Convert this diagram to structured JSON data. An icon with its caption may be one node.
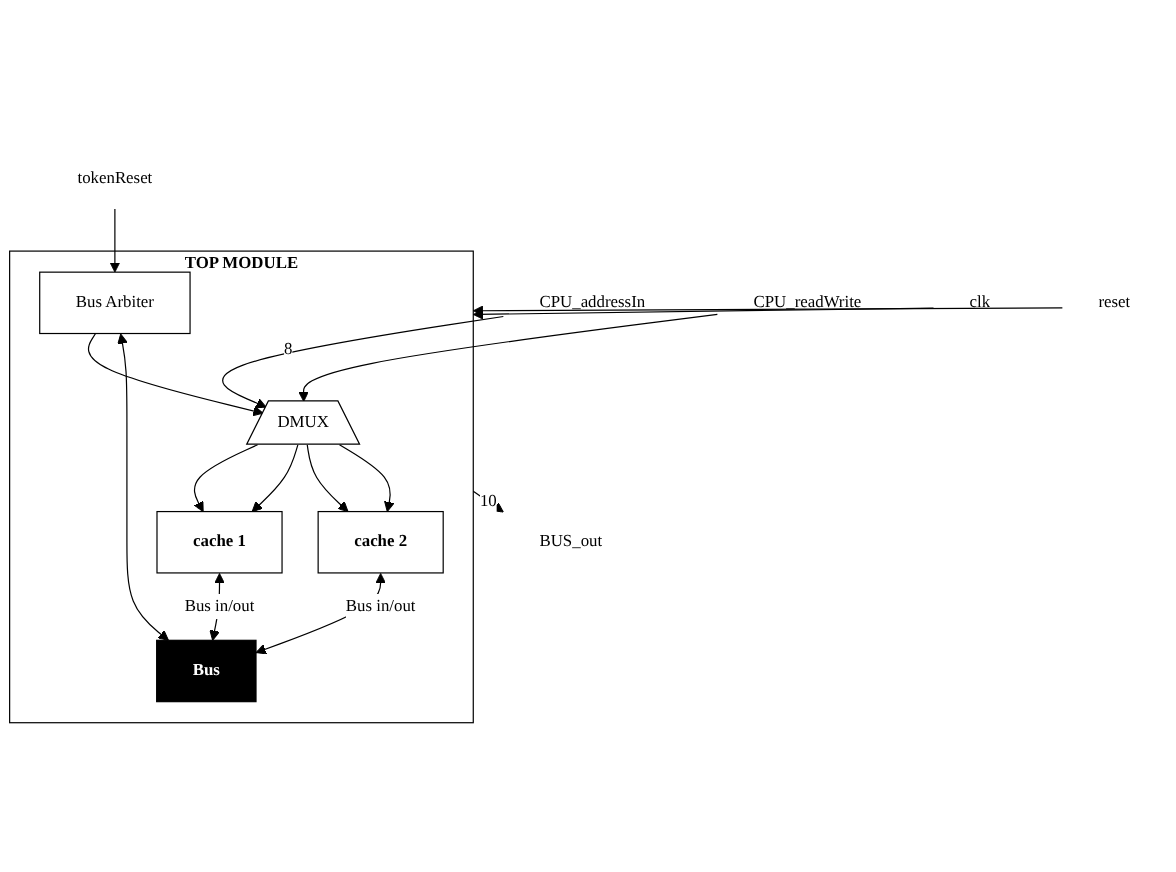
{
  "diagram": {
    "nodes": [
      {
        "text": [
          "TOP MODULE"
        ]
      },
      {
        "text": [
          "CPU_addressIn"
        ]
      },
      {
        "text": [
          "CPU_readWrite"
        ]
      },
      {
        "text": [
          "tokenReset"
        ]
      },
      {
        "text": [
          "DMUX"
        ],
        "in": 0
      },
      {
        "text": [
          "cache 1"
        ],
        "in": 0
      },
      {
        "text": [
          "cache 2"
        ],
        "in": 0
      },
      {
        "text": [
          "Bus Arbiter"
        ],
        "in": 0
      },
      {
        "text": [
          "Bus"
        ],
        "in": 0
      },
      {
        "text": [
          "clk"
        ]
      },
      {
        "text": [
          "reset"
        ]
      },
      {
        "text": [
          "BUS_out"
        ]
      }
    ],
    "edges": [
      {
        "from": 1,
        "to": 4,
        "arrow": "to",
        "label": "8"
      },
      {
        "from": 2,
        "to": 4,
        "arrow": "to"
      },
      {
        "from": 3,
        "to": 7,
        "arrow": "to"
      },
      {
        "from": 7,
        "to": 4,
        "arrow": "to"
      },
      {
        "from": 4,
        "to": 5,
        "arrow": "to"
      },
      {
        "from": 4,
        "to": 5,
        "arrow": "to"
      },
      {
        "from": 4,
        "to": 6,
        "arrow": "to"
      },
      {
        "from": 4,
        "to": 6,
        "arrow": "to"
      },
      {
        "from": 5,
        "to": 8,
        "arrow": "both",
        "label": "Bus in/out"
      },
      {
        "from": 6,
        "to": 8,
        "arrow": "both",
        "label": "Bus in/out"
      },
      {
        "from": 7,
        "to": 8,
        "arrow": "both"
      },
      {
        "from": 9,
        "to": 0,
        "arrow": "to"
      },
      {
        "from": 10,
        "to": 0,
        "arrow": "to"
      },
      {
        "from": 0,
        "to": 11,
        "arrow": "to",
        "label": "10"
      }
    ]
  }
}
